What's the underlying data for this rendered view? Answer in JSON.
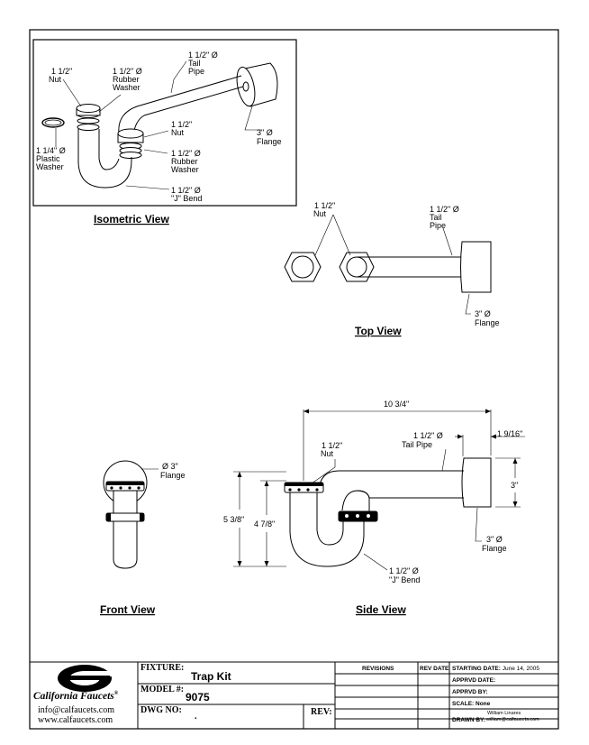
{
  "views": {
    "isometric": {
      "title": "Isometric View",
      "labels": {
        "nut_top_l1": "1 1/2\"",
        "nut_top_l2": "Nut",
        "rubber_top_l1": "1 1/2\" Ø",
        "rubber_top_l2": "Rubber",
        "rubber_top_l3": "Washer",
        "tail_l1": "1 1/2\" Ø",
        "tail_l2": "Tail",
        "tail_l3": "Pipe",
        "flange_l1": "3\" Ø",
        "flange_l2": "Flange",
        "nut_mid_l1": "1 1/2\"",
        "nut_mid_l2": "Nut",
        "plastic_l1": "1 1/4\" Ø",
        "plastic_l2": "Plastic",
        "plastic_l3": "Washer",
        "rubber_mid_l1": "1 1/2\" Ø",
        "rubber_mid_l2": "Rubber",
        "rubber_mid_l3": "Washer",
        "bend_l1": "1 1/2\" Ø",
        "bend_l2": "\"J\" Bend"
      }
    },
    "top": {
      "title": "Top View",
      "labels": {
        "nut_l1": "1 1/2\"",
        "nut_l2": "Nut",
        "tail_l1": "1 1/2\" Ø",
        "tail_l2": "Tail",
        "tail_l3": "Pipe",
        "flange_l1": "3\" Ø",
        "flange_l2": "Flange"
      }
    },
    "front": {
      "title": "Front View",
      "labels": {
        "flange_l1": "Ø 3\"",
        "flange_l2": "Flange"
      }
    },
    "side": {
      "title": "Side View",
      "labels": {
        "dim_width": "10 3/4\"",
        "dim_flange": "1 9/16\"",
        "dim_flange_h": "3\"",
        "dim_total_h": "5 3/8\"",
        "dim_bend_h": "4 7/8\"",
        "nut_l1": "1 1/2\"",
        "nut_l2": "Nut",
        "tail_l1": "1 1/2\" Ø",
        "tail_l2": "Tail Pipe",
        "flange_l1": "3\" Ø",
        "flange_l2": "Flange",
        "bend_l1": "1 1/2\" Ø",
        "bend_l2": "\"J\" Bend"
      }
    }
  },
  "title_block": {
    "brand": "California Faucets",
    "registered": "®",
    "email": "info@calfaucets.com",
    "website": "www.calfaucets.com",
    "fixture_label": "FIXTURE:",
    "fixture_value": "Trap Kit",
    "model_label": "MODEL #:",
    "model_value": "9075",
    "dwg_label": "DWG NO:",
    "dwg_value": ".",
    "rev_label": "REV:",
    "revisions_header": "REVISIONS",
    "rev_date_header": "REV DATE",
    "starting_date_label": "STARTING DATE:",
    "starting_date_value": "June 14, 2005",
    "apprvd_date_label": "APPRVD DATE:",
    "apprvd_by_label": "APPRVD BY:",
    "scale_label": "SCALE:",
    "scale_value": "None",
    "drawn_by_label": "DRAWN BY:",
    "drawn_by_name": "William Linares",
    "drawn_by_email": "william@calfaucets.com"
  }
}
